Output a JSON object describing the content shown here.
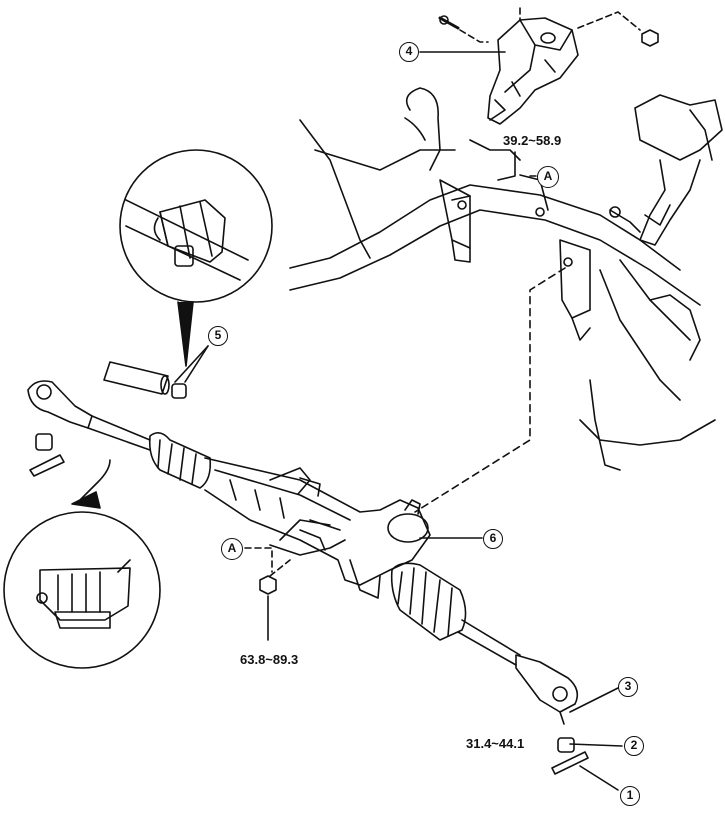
{
  "callouts": {
    "part_1": "1",
    "part_2": "2",
    "part_3": "3",
    "part_4": "4",
    "part_5": "5",
    "part_6": "6",
    "ref_a_top": "A",
    "ref_a_bottom": "A"
  },
  "torques": {
    "bracket": "39.2~58.9",
    "rack_mount": "63.8~89.3",
    "tie_rod_nut": "31.4~44.1"
  }
}
